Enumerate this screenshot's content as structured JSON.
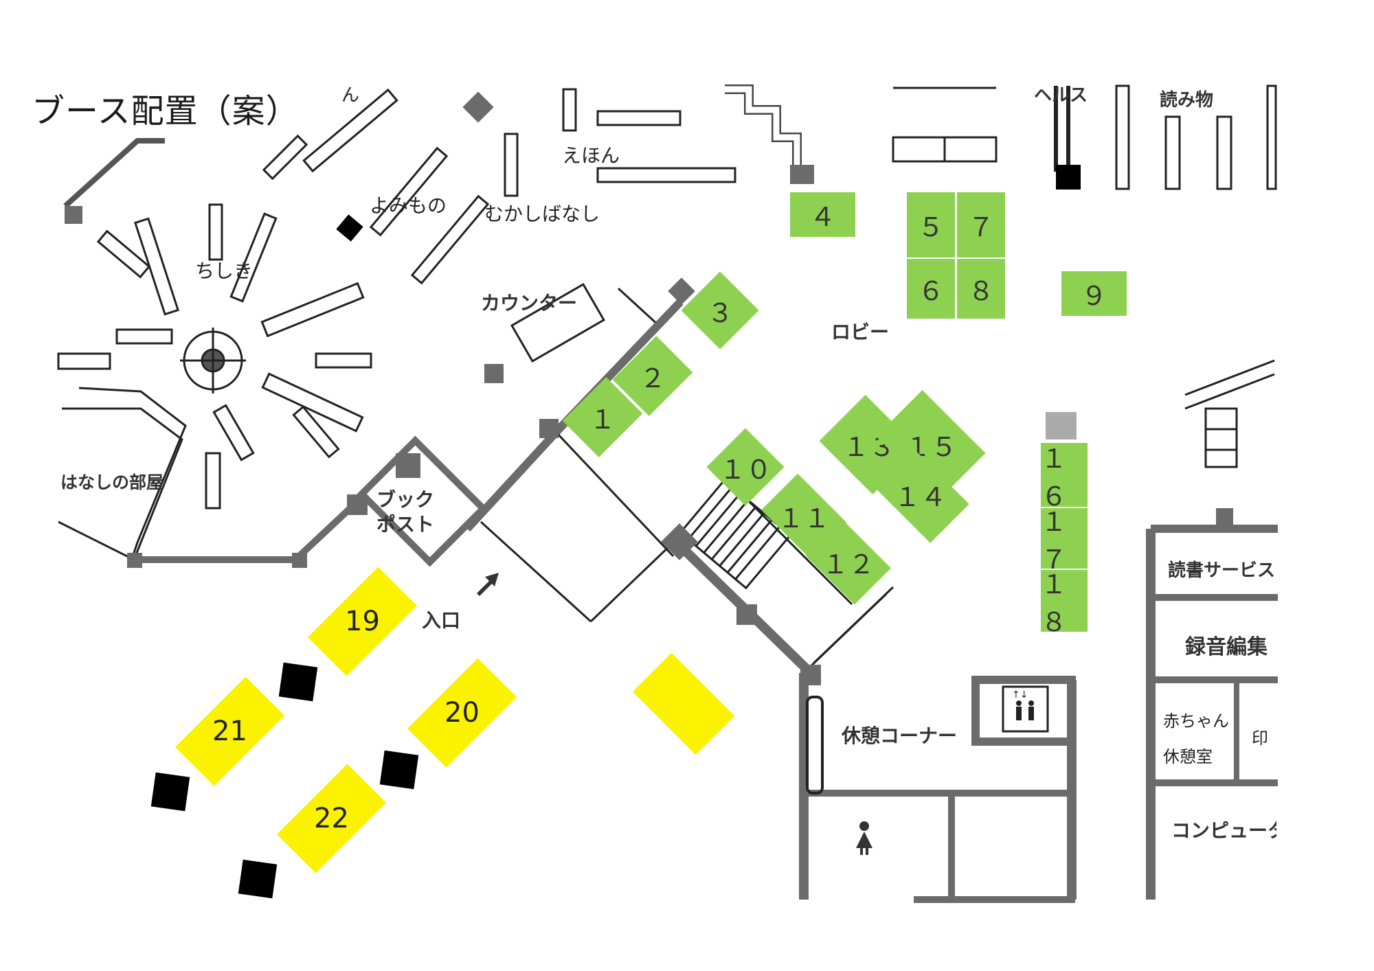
{
  "title": "ブース配置（案）",
  "colors": {
    "booth_green": "#8ed150",
    "booth_yellow": "#fbf200",
    "wall_gray": "#6b6b6b"
  },
  "labels": {
    "top_cut_left": "ん",
    "yomimono_hira": "よみもの",
    "mukashibanashi": "むかしばなし",
    "ehon": "えほん",
    "chishiki": "ちしき",
    "counter": "カウンター",
    "lobby": "ロビー",
    "hanashi_room": "はなしの部屋",
    "book_post_1": "ブック",
    "book_post_2": "ポスト",
    "entrance": "入口",
    "health_cut": "ヘルス",
    "reading": "読み物",
    "reading_service": "読書サービス",
    "recording": "録音編集",
    "baby_1": "赤ちゃん",
    "baby_2": "休憩室",
    "print_cut": "印",
    "computer": "コンピュータ",
    "rest_corner": "休憩コーナー"
  },
  "icons": {
    "entrance_arrow": "arrow-icon",
    "elevator": "elevator-icon",
    "restroom": "restroom-icon"
  },
  "booths": {
    "b1": "１",
    "b2": "２",
    "b3": "３",
    "b4": "４",
    "b5": "５",
    "b6": "６",
    "b7": "７",
    "b8": "８",
    "b9": "９",
    "b10": "１０",
    "b11": "１１",
    "b12": "１２",
    "b13": "１３",
    "b14": "１４",
    "b15": "１５",
    "b16": "１６",
    "b17": "１７",
    "b18": "１８",
    "b19": "19",
    "b20": "20",
    "b21": "21",
    "b22": "22",
    "b23": ""
  }
}
